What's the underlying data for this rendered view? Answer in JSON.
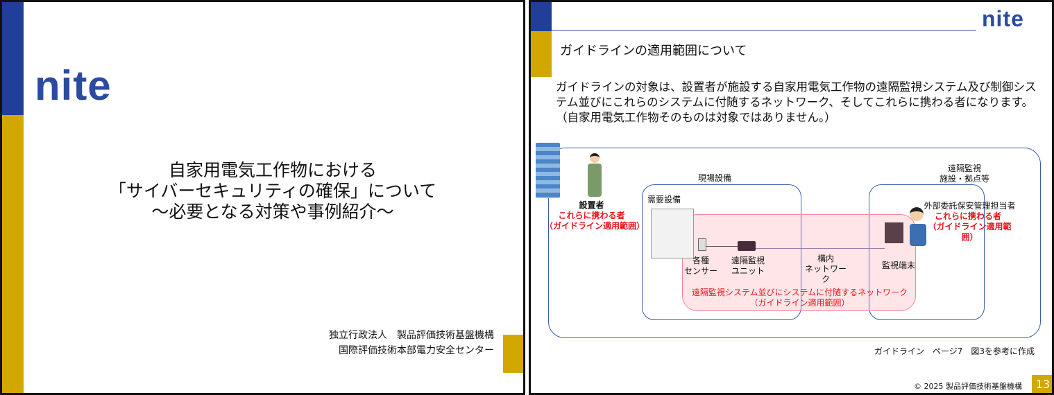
{
  "slide1": {
    "logo": "nite",
    "title_lines": [
      "自家用電気工作物における",
      "「サイバーセキュリティの確保」について",
      "～必要となる対策や事例紹介～"
    ],
    "org_lines": [
      "独立行政法人　製品評価技術基盤機構",
      "国際評価技術本部電力安全センター"
    ],
    "colors": {
      "blue": "#1f3f99",
      "gold": "#d2a800"
    }
  },
  "slide2": {
    "logo": "nite",
    "heading": "ガイドラインの適用範囲について",
    "body": "ガイドラインの対象は、設置者が施設する自家用電気工作物の遠隔監視システム及び制御システム並びにこれらのシステムに付随するネットワーク、そしてこれらに携わる者になります。（自家用電気工作物そのものは対象ではありません。）",
    "diagram": {
      "installer": "設置者",
      "involved": "これらに携わる者",
      "scope": "（ガイドライン適用範囲）",
      "site": "現場設備",
      "demand": "需要設備",
      "sensors": [
        "各種",
        "センサー"
      ],
      "unit": [
        "遠隔監視",
        "ユニット"
      ],
      "network": [
        "構内",
        "ネットワーク"
      ],
      "remote_site": [
        "遠隔監視",
        "施設・拠点等"
      ],
      "contractor": "外部委託保安管理担当者",
      "terminal": "監視端末",
      "system_scope": "遠隔監視システム並びにシステムに付随するネットワーク",
      "system_scope2": "（ガイドライン適用範囲）"
    },
    "source": "ガイドライン　ページ7　図3を参考に作成",
    "copyright": "© 2025 製品評価技術基盤機構",
    "page_number": "13"
  }
}
